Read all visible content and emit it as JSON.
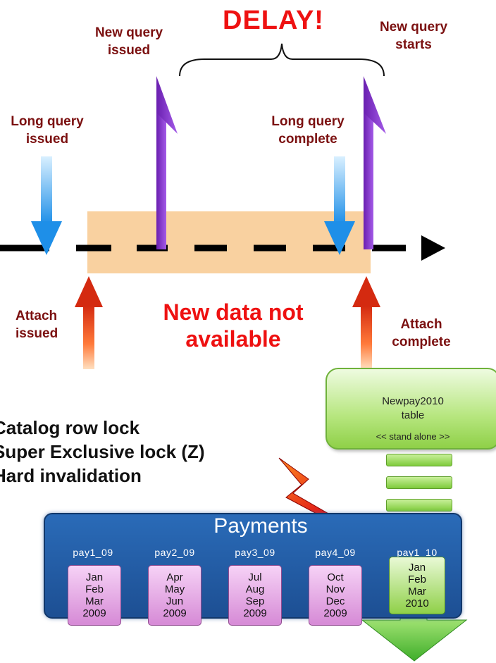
{
  "labels": {
    "new_query_issued": "New query\nissued",
    "delay": "DELAY!",
    "new_query_starts": "New query\nstarts",
    "long_query_issued": "Long query\nissued",
    "long_query_complete": "Long query\ncomplete",
    "attach_issued": "Attach\nissued",
    "new_data_not_available": "New data not\navailable",
    "attach_complete": "Attach\ncomplete"
  },
  "bullets": "Catalog row lock\nSuper Exclusive lock (Z)\nHard invalidation",
  "newpay": {
    "title": "Newpay2010\ntable",
    "subtitle": "<< stand alone >>"
  },
  "payments": {
    "title": "Payments",
    "partitions": [
      {
        "name": "pay1_09",
        "months": "Jan\nFeb\nMar\n2009"
      },
      {
        "name": "pay2_09",
        "months": "Apr\nMay\nJun\n2009"
      },
      {
        "name": "pay3_09",
        "months": "Jul\nAug\nSep\n2009"
      },
      {
        "name": "pay4_09",
        "months": "Oct\nNov\nDec\n2009"
      },
      {
        "name": "pay1_10",
        "months": "Jan\nFeb\nMar\n2010"
      }
    ]
  },
  "colors": {
    "label_dark_red": "#7b1010",
    "alert_red": "#ee1111",
    "purple_arrow": "#8a2be2",
    "blue_arrow": "#1e90ff",
    "orange_band": "#f8c98f",
    "payments_blue": "#1d4f93"
  },
  "icons": {
    "timeline": "dashed-arrow",
    "brace": "curly-brace",
    "lightning": "lightning-bolt-arrow",
    "down": "green-down-arrow"
  }
}
